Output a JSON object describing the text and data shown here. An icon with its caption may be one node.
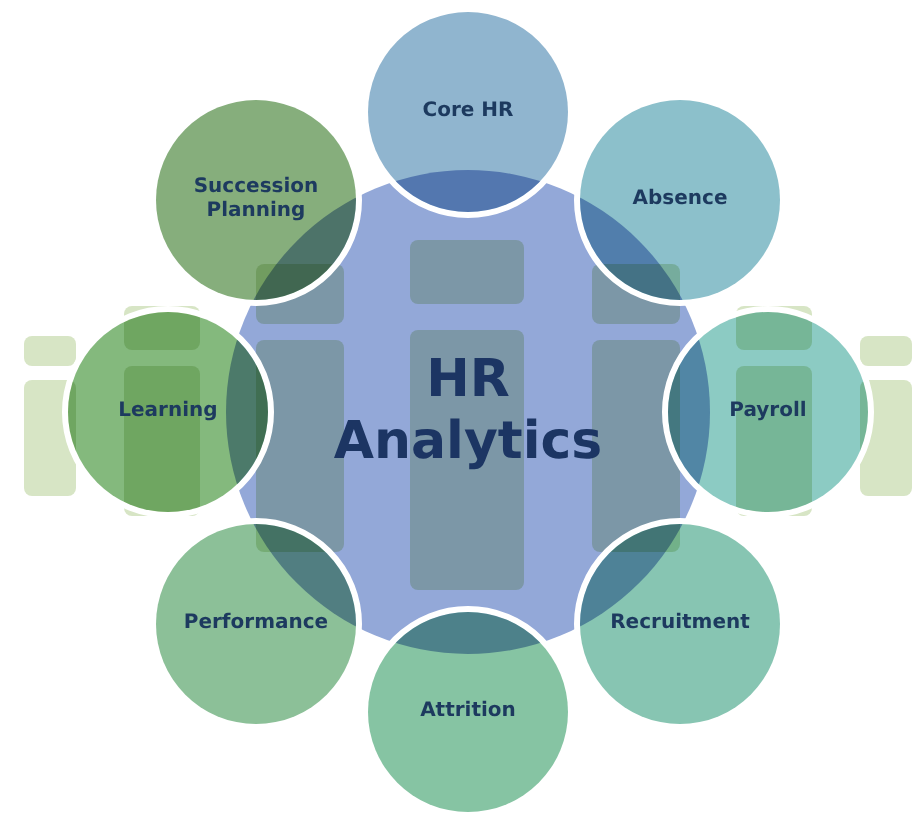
{
  "diagram": {
    "nodes": [
      {
        "text": [
          "HR Analytics"
        ]
      },
      {
        "text": [
          "Core HR"
        ]
      },
      {
        "text": [
          "Absence"
        ]
      },
      {
        "text": [
          "Payroll"
        ]
      },
      {
        "text": [
          "Recruitment"
        ]
      },
      {
        "text": [
          "Attrition"
        ]
      },
      {
        "text": [
          "Performance"
        ]
      },
      {
        "text": [
          "Learning"
        ]
      },
      {
        "text": [
          "Succession Planning"
        ]
      }
    ]
  }
}
